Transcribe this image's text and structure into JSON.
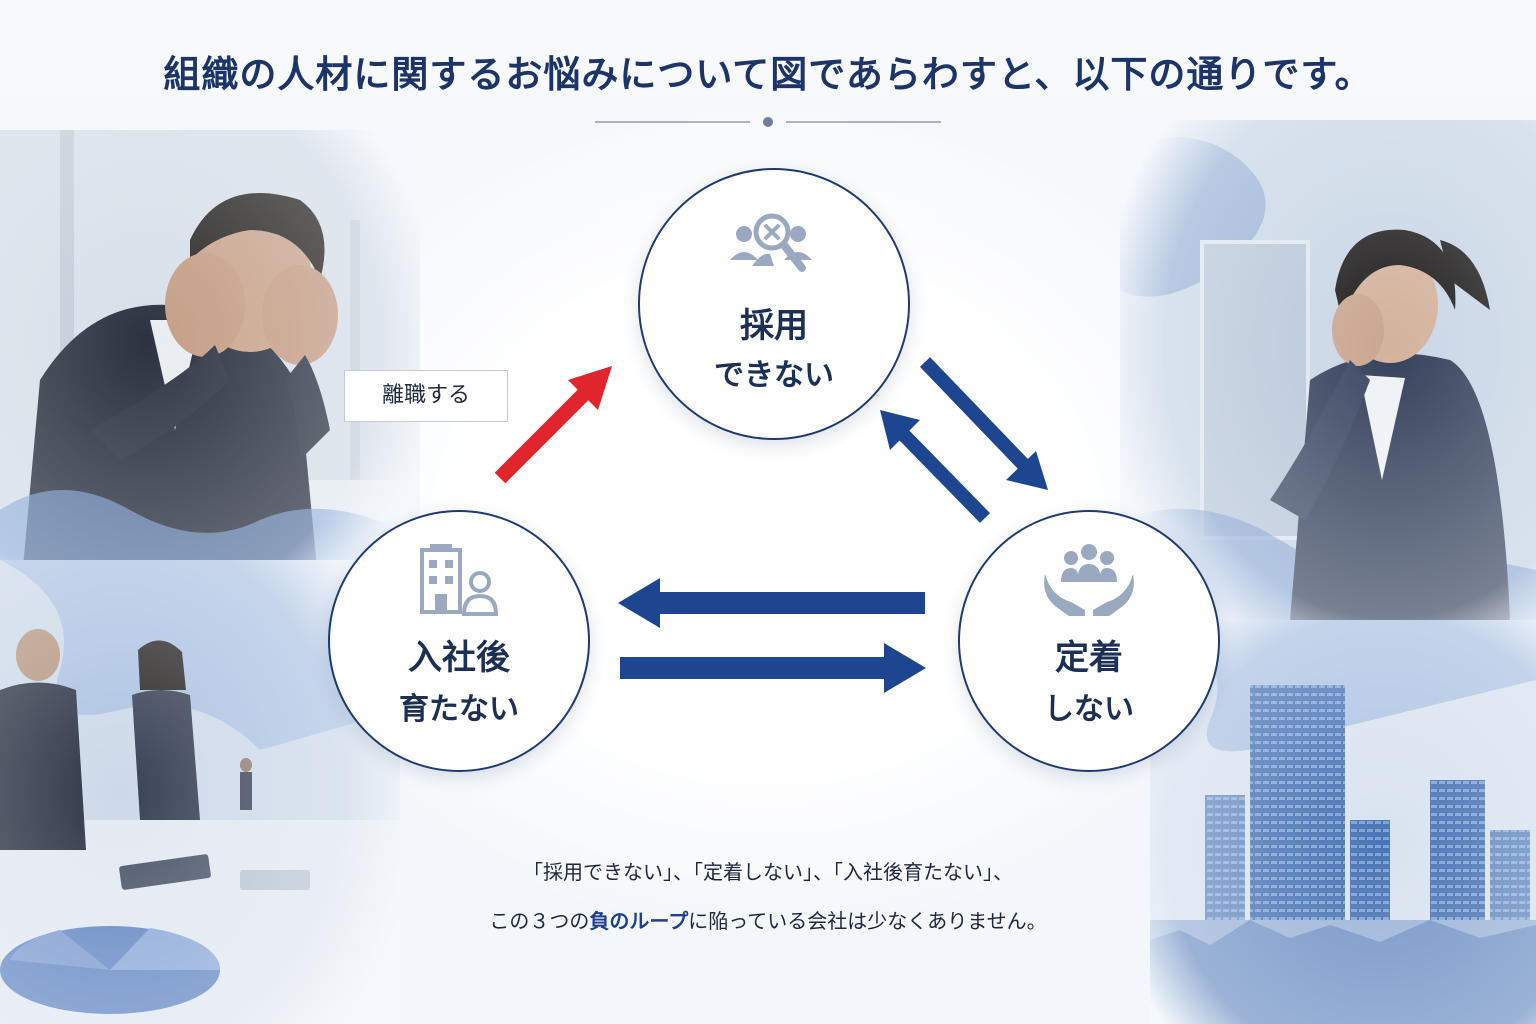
{
  "title": "組織の人材に関するお悩みについて図であらわすと、以下の通りです。",
  "nodes": {
    "top": {
      "line1": "採用",
      "line2": "できない",
      "icon": "people-search-icon"
    },
    "right": {
      "line1": "定着",
      "line2": "しない",
      "icon": "team-hands-icon"
    },
    "left": {
      "line1": "入社後",
      "line2": "育たない",
      "icon": "building-person-icon"
    }
  },
  "callout": {
    "label": "離職する"
  },
  "caption": {
    "line1": "「採用できない」、「定着しない」、「入社後育たない」、",
    "line2_before": "この３つの",
    "line2_highlight": "負のループ",
    "line2_after": "に陥っている会社は少なくありません。"
  },
  "colors": {
    "navy": "#1d3468",
    "arrow_blue": "#1e4590",
    "arrow_red": "#e0252c",
    "icon_gray": "#9aa9bf"
  }
}
